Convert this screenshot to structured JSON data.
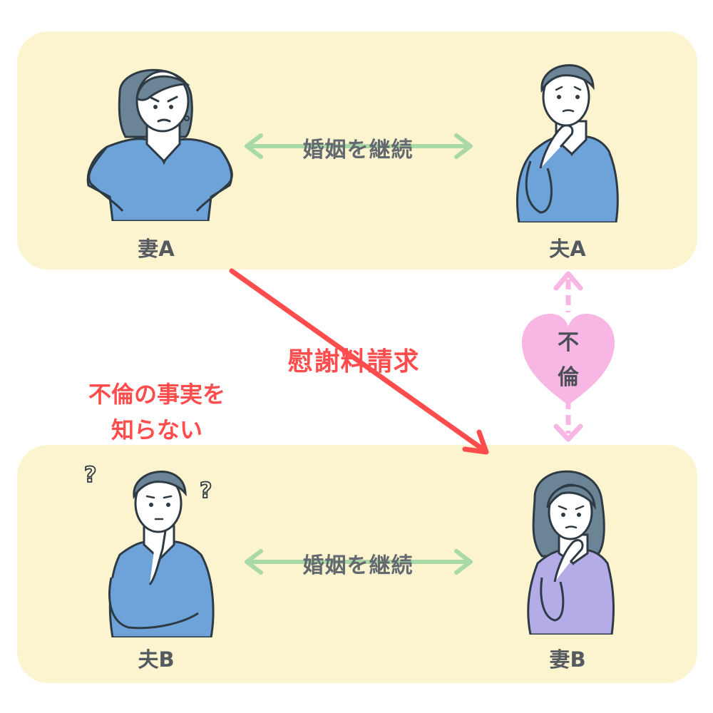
{
  "top_panel": {
    "left_person": "妻A",
    "right_person": "夫A",
    "relation": "婚姻を継続"
  },
  "bottom_panel": {
    "left_person": "夫B",
    "right_person": "妻B",
    "relation": "婚姻を継続"
  },
  "claim_label": "慰謝料請求",
  "affair_label": [
    "不",
    "倫"
  ],
  "unaware_note": [
    "不倫の事実を",
    "知らない"
  ],
  "colors": {
    "panel_bg": "#fcf3cf",
    "green_arrow": "#a9d9a7",
    "red_arrow": "#ff4d4d",
    "pink_heart": "#f7b6e3",
    "blue_shirt": "#6ea3da",
    "purple_shirt": "#b3ace6"
  }
}
